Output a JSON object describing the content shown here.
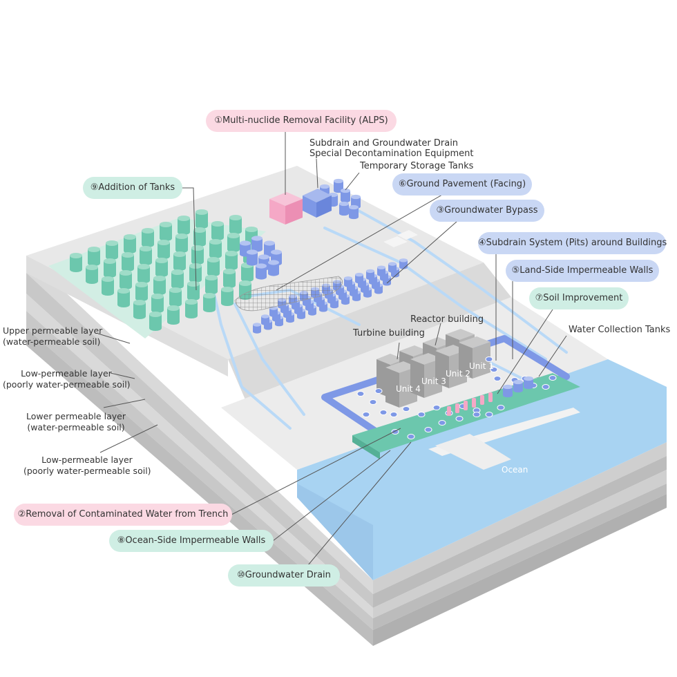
{
  "measures": {
    "m1": "①Multi-nuclide Removal Facility (ALPS)",
    "m2": "②Removal of Contaminated Water from Trench",
    "m3": "③Groundwater Bypass",
    "m4": "④Subdrain System (Pits) around Buildings",
    "m5": "⑤Land-Side Impermeable Walls",
    "m6": "⑥Ground Pavement (Facing)",
    "m7": "⑦Soil Improvement",
    "m8": "⑧Ocean-Side Impermeable Walls",
    "m9": "⑨Addition of Tanks",
    "m10": "⑩Groundwater Drain"
  },
  "labels": {
    "subdrain_line1": "Subdrain and Groundwater Drain",
    "subdrain_line2": "Special Decontamination Equipment",
    "temp_storage": "Temporary Storage Tanks",
    "reactor_building": "Reactor building",
    "turbine_building": "Turbine building",
    "water_collection": "Water Collection Tanks",
    "ocean": "Ocean"
  },
  "units": [
    "Unit 1",
    "Unit 2",
    "Unit 3",
    "Unit 4"
  ],
  "layers": [
    {
      "name": "Upper permeable layer",
      "desc": "(water-permeable soil)"
    },
    {
      "name": "Low-permeable layer",
      "desc": "(poorly water-permeable soil)"
    },
    {
      "name": "Lower permeable layer",
      "desc": "(water-permeable soil)"
    },
    {
      "name": "Low-permeable layer",
      "desc": "(poorly water-permeable soil)"
    }
  ],
  "colors": {
    "pink": "#fbd9e3",
    "blue": "#c9d7f4",
    "green": "#cfeee4",
    "tank_green": "#6cc7ad",
    "tank_blue": "#7e98e6",
    "ocean": "#a8d3f2",
    "alps": "#f5a8c6"
  }
}
